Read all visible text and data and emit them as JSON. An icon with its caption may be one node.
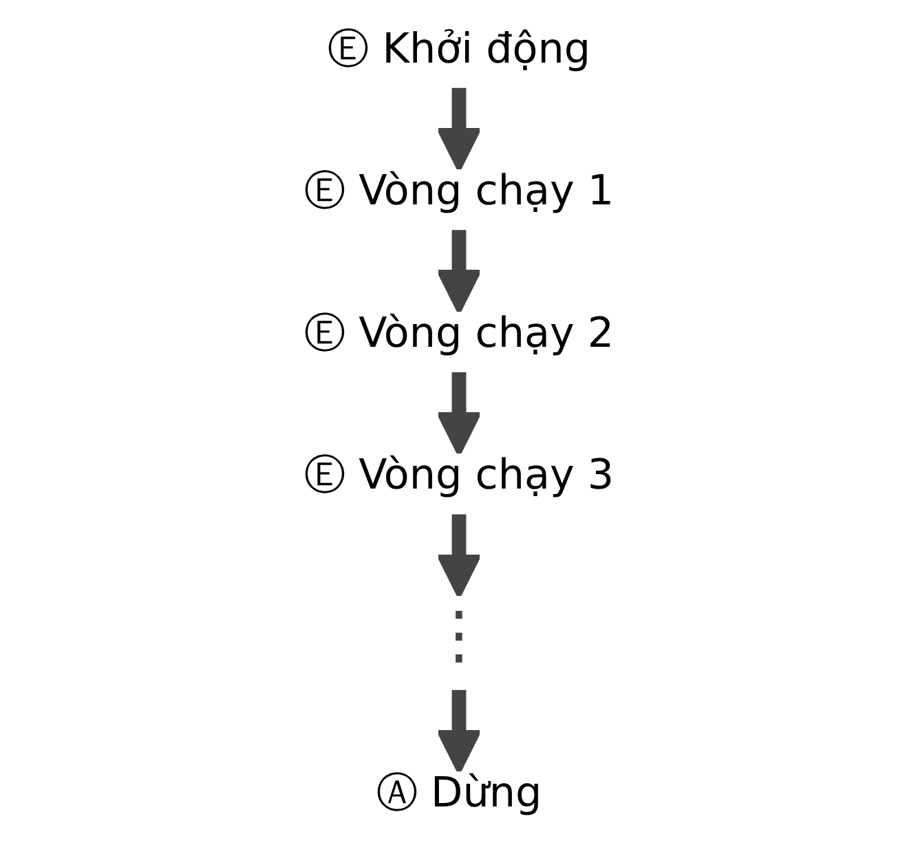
{
  "diagram": {
    "nodes": [
      {
        "text": [
          "Ⓔ Khởi động"
        ]
      },
      {
        "text": [
          "Ⓔ Vòng chạy 1"
        ]
      },
      {
        "text": [
          "Ⓔ Vòng chạy 2"
        ]
      },
      {
        "text": [
          "Ⓔ Vòng chạy 3"
        ]
      },
      {
        "text": [
          "⋮"
        ]
      },
      {
        "text": [
          "Ⓐ Dừng"
        ]
      }
    ],
    "edges": [
      {
        "from": 0,
        "to": 1,
        "arrow": "to"
      },
      {
        "from": 1,
        "to": 2,
        "arrow": "to"
      },
      {
        "from": 2,
        "to": 3,
        "arrow": "to"
      },
      {
        "from": 3,
        "to": 4,
        "arrow": "to"
      },
      {
        "from": 4,
        "to": 5,
        "arrow": "to"
      }
    ]
  }
}
